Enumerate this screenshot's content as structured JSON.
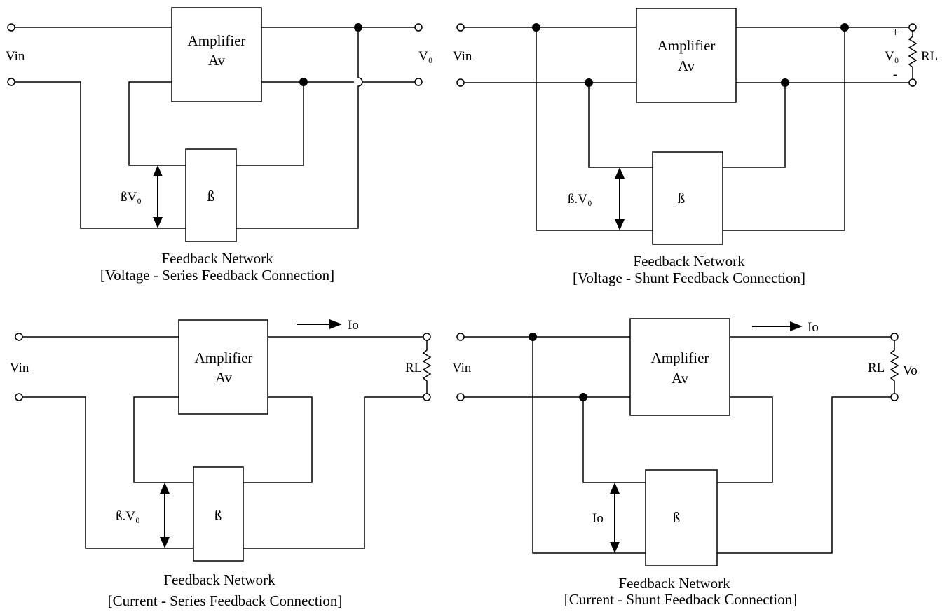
{
  "panels": {
    "voltage_series": {
      "amp_title": "Amplifier",
      "amp_gain": "Av",
      "beta": "ß",
      "feedback_signal": "ßV₀",
      "input_label": "Vin",
      "output_label": "V₀",
      "caption_line1": "Feedback Network",
      "caption_line2": "[Voltage - Series Feedback Connection]"
    },
    "voltage_shunt": {
      "amp_title": "Amplifier",
      "amp_gain": "Av",
      "beta": "ß",
      "feedback_signal": "ß.V₀",
      "input_label": "Vin",
      "output_label": "V₀",
      "load_label": "RL",
      "plus": "+",
      "minus": "-",
      "caption_line1": "Feedback Network",
      "caption_line2": "[Voltage - Shunt Feedback Connection]"
    },
    "current_series": {
      "amp_title": "Amplifier",
      "amp_gain": "Av",
      "beta": "ß",
      "feedback_signal": "ß.V₀",
      "input_label": "Vin",
      "current_label": "Io",
      "load_label": "RL",
      "caption_line1": "Feedback Network",
      "caption_line2": "[Current - Series Feedback Connection]"
    },
    "current_shunt": {
      "amp_title": "Amplifier",
      "amp_gain": "Av",
      "beta": "ß",
      "feedback_signal": "Io",
      "input_label": "Vin",
      "current_label": "Io",
      "load_label": "RL",
      "output_label": "Vo",
      "caption_line1": "Feedback Network",
      "caption_line2": "[Current - Shunt Feedback Connection]"
    }
  }
}
